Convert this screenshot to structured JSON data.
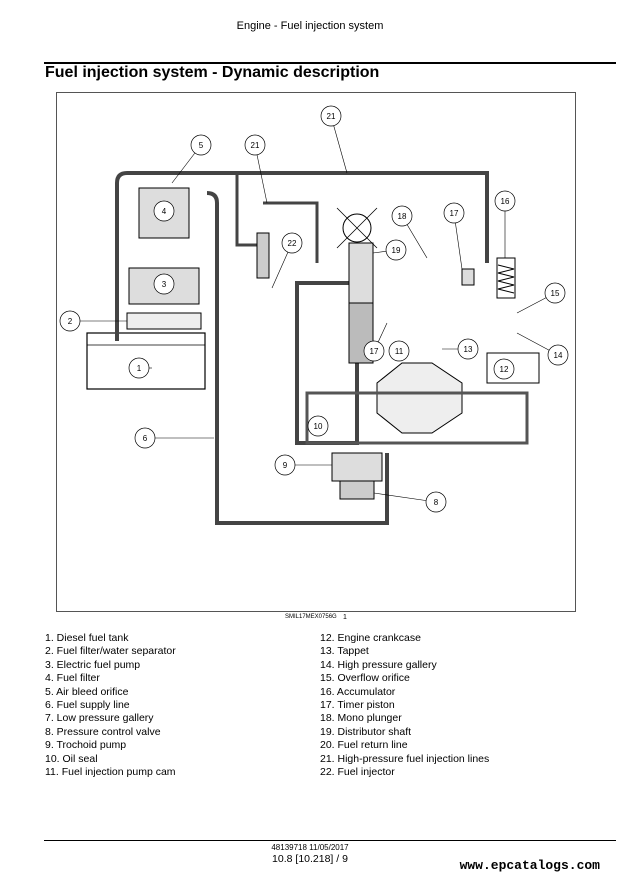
{
  "header": {
    "section": "Engine - Fuel injection system"
  },
  "title": "Fuel injection system - Dynamic description",
  "figure": {
    "code": "SMIL17MEX0756G",
    "number": "1",
    "callouts": [
      "1",
      "2",
      "3",
      "4",
      "5",
      "6",
      "8",
      "9",
      "10",
      "11",
      "12",
      "13",
      "14",
      "15",
      "16",
      "17",
      "17",
      "18",
      "19",
      "21",
      "21",
      "22"
    ]
  },
  "legend_left": [
    "1.  Diesel fuel tank",
    "2.  Fuel filter/water separator",
    "3.  Electric fuel pump",
    "4.  Fuel filter",
    "5.  Air bleed orifice",
    "6.  Fuel supply line",
    "7.  Low pressure gallery",
    "8.  Pressure control valve",
    "9.  Trochoid pump",
    "10.  Oil seal",
    "11.  Fuel injection pump cam"
  ],
  "legend_right": [
    "12. Engine crankcase",
    "13. Tappet",
    "14. High pressure gallery",
    "15. Overflow orifice",
    "16. Accumulator",
    "17. Timer piston",
    "18. Mono plunger",
    "19. Distributor shaft",
    "20. Fuel return line",
    "21. High-pressure fuel injection lines",
    "22. Fuel injector"
  ],
  "footer": {
    "doc_ref": "48139718 11/05/2017",
    "page_ref": "10.8 [10.218] / 9",
    "site": "www.epcatalogs.com"
  }
}
